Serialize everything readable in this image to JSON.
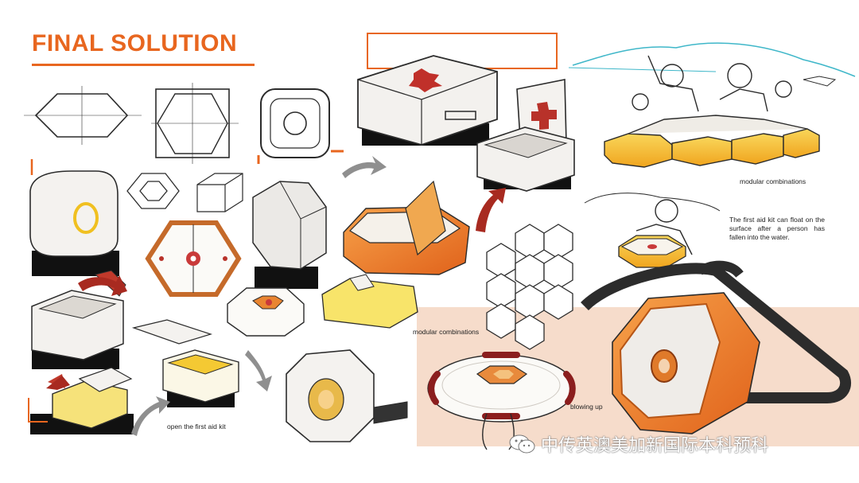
{
  "title": "FINAL SOLUTION",
  "notes": {
    "modular_1": "modular combinations",
    "float": "The first aid kit can float on the surface after a person has fallen into the water.",
    "modular_2": "modular combinations",
    "blowing": "blowing up",
    "open": "open the first aid kit"
  },
  "watermark": "中传英澳美加新国际本科预科",
  "colors": {
    "accent": "#e8661f",
    "orange": "#f08a2a",
    "yellow": "#f6c93b",
    "red": "#b8322a",
    "peach": "#f6dccb",
    "ink": "#2b2b2b"
  }
}
